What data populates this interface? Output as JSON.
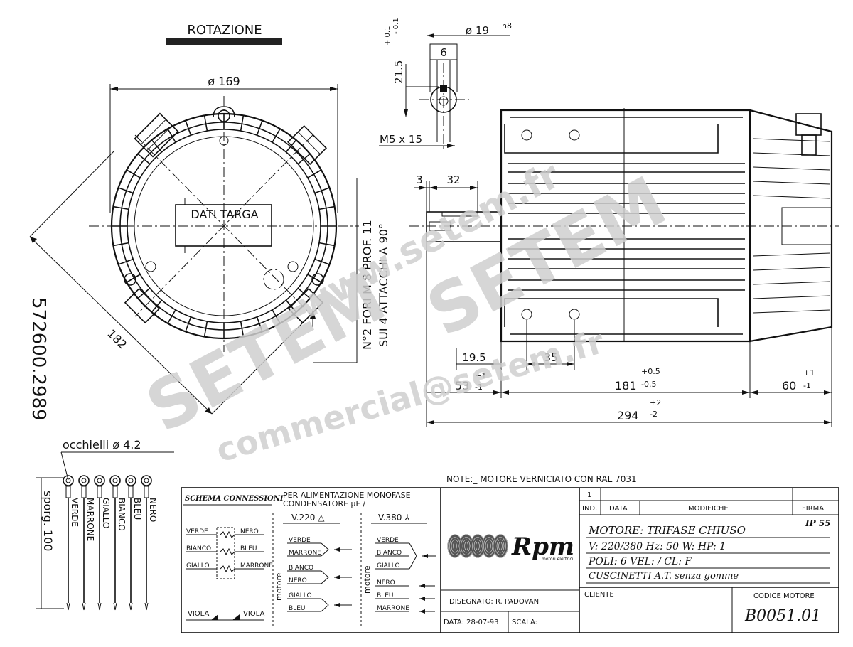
{
  "rotation_label": "ROTAZIONE",
  "front_view": {
    "diameter": "ø 169",
    "diagonal": "182",
    "plate_label": "DATI TARGA",
    "holes_note_1": "N°2 FORI M 8 PROF. 11",
    "holes_note_2": "SUI 4 ATTACCHI A 90°"
  },
  "drawing_number": "572600.2989",
  "shaft": {
    "diameter": "ø 19",
    "diameter_tol": "h8",
    "key_width": "6",
    "height": "21.5",
    "height_tol_plus": "+ 0.1",
    "height_tol_minus": "- 0.1",
    "thread": "M5 x 15"
  },
  "side_dims": {
    "d3": "3",
    "d32": "32",
    "d19_5": "19.5",
    "d35": "35",
    "d53": "53",
    "d53_plus": "+1",
    "d53_minus": "-1",
    "d181": "181",
    "d181_plus": "+0.5",
    "d181_minus": "-0.5",
    "d60": "60",
    "d60_plus": "+1",
    "d60_minus": "-1",
    "d294": "294",
    "d294_plus": "+2",
    "d294_minus": "-2"
  },
  "leads": {
    "eyelets": "occhielli ø 4.2",
    "protrusion": "sporg. 100",
    "colors": [
      "VERDE",
      "MARRONE",
      "GIALLO",
      "BIANCO",
      "BLEU",
      "NERO"
    ]
  },
  "note": "NOTE:_ MOTORE VERNICIATO CON RAL 7031",
  "schema": {
    "title": "SCHEMA CONNESSIONI",
    "mono_1": "PER ALIMENTAZIONE MONOFASE",
    "mono_2": "CONDENSATORE µF /",
    "v220": "V.220 △",
    "v380": "V.380 ⅄",
    "left_a": [
      "VERDE",
      "BIANCO",
      "GIALLO"
    ],
    "left_b": [
      "NERO",
      "BLEU",
      "MARRONE"
    ],
    "viola": "VIOLA",
    "motore": "motore",
    "col220": [
      "VERDE",
      "MARRONE",
      "BIANCO",
      "NERO",
      "GIALLO",
      "BLEU"
    ],
    "col380": [
      "VERDE",
      "BIANCO",
      "GIALLO",
      "NERO",
      "BLEU",
      "MARRONE"
    ]
  },
  "title_block": {
    "rev_number": "1",
    "ind": "IND.",
    "data": "DATA",
    "modifiche": "MODIFICHE",
    "firma": "FIRMA",
    "ip": "IP 55",
    "motor_line": "MOTORE: TRIFASE CHIUSO",
    "volt_line": "V: 220/380   Hz: 50   W:        HP: 1",
    "poli_line": "POLI: 6        VEL: /        CL: F",
    "bearing_line": "CUSCINETTI A.T. senza gomme",
    "logo": "Rpm",
    "logo_sub": "motori elettrici",
    "disegnato": "DISEGNATO:  R. PADOVANI",
    "data_val": "DATA: 28-07-93",
    "scala": "SCALA:",
    "cliente": "CLIENTE",
    "codice_label": "CODICE MOTORE",
    "codice": "B0051.01"
  },
  "watermarks": [
    "www.setem.fr",
    "SETEM",
    "SETEM",
    "commercial@setem.fr"
  ]
}
